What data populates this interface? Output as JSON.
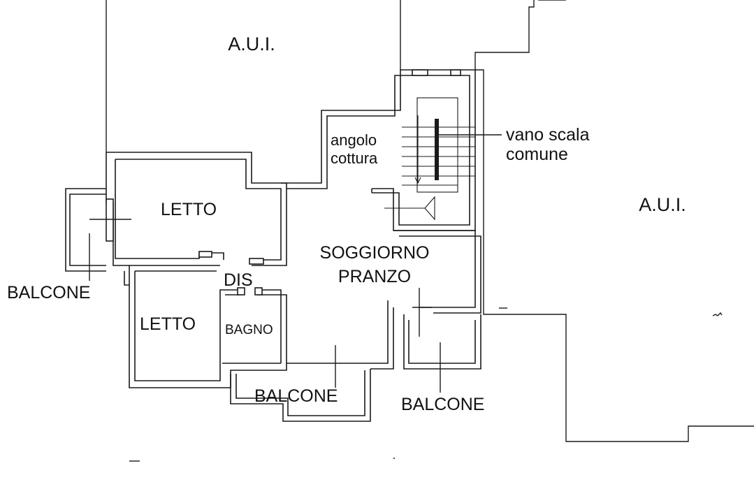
{
  "labels": {
    "aui_top": "A.U.I.",
    "aui_right": "A.U.I.",
    "angolo_line1": "angolo",
    "angolo_line2": "cottura",
    "vano_line1": "vano scala",
    "vano_line2": "comune",
    "letto_upper": "LETTO",
    "letto_lower": "LETTO",
    "soggiorno_line1": "SOGGIORNO",
    "soggiorno_line2": "PRANZO",
    "dis": "DIS",
    "bagno": "BAGNO",
    "balcone_left": "BALCONE",
    "balcone_bottom": "BALCONE",
    "balcone_right": "BALCONE"
  },
  "colors": {
    "line": "#1a1a1a",
    "background": "#ffffff"
  }
}
